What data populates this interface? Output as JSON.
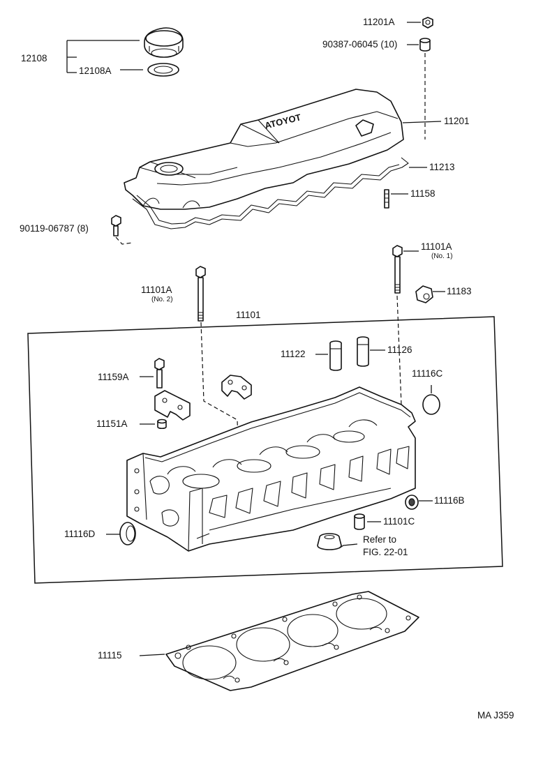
{
  "diagram": {
    "labels": {
      "p12108": "12108",
      "p12108A": "12108A",
      "p11201A": "11201A",
      "p90387": "90387-06045 (10)",
      "p11201": "11201",
      "p11213": "11213",
      "p11158": "11158",
      "p90119": "90119-06787 (8)",
      "p11101A_no1": "11101A",
      "p11101A_no1_sub": "(No. 1)",
      "p11101A_no2": "11101A",
      "p11101A_no2_sub": "(No. 2)",
      "p11183": "11183",
      "p11101": "11101",
      "p11122": "11122",
      "p11126": "11126",
      "p11159A": "11159A",
      "p11116C": "11116C",
      "p11151A": "11151A",
      "p11116B": "11116B",
      "p11116D": "11116D",
      "p11101C": "11101C",
      "refer_line1": "Refer to",
      "refer_line2": "FIG. 22-01",
      "p11115": "11115",
      "cover_brand": "TOYOTA",
      "footer_code": "MA  J359"
    }
  }
}
